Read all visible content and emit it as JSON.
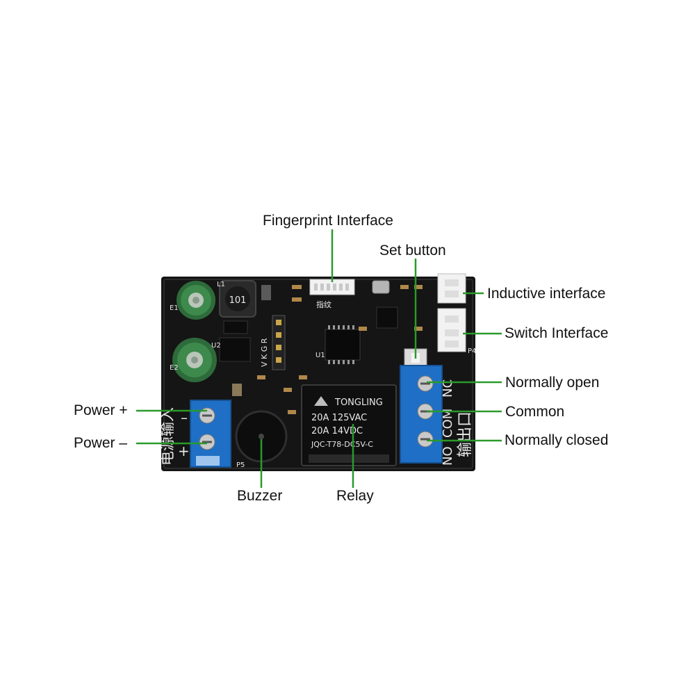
{
  "labels": {
    "fingerprint": "Fingerprint Interface",
    "set_button": "Set button",
    "inductive": "Inductive interface",
    "switch": "Switch Interface",
    "normally_open": "Normally open",
    "common": "Common",
    "normally_closed": "Normally closed",
    "power_plus": "Power +",
    "power_minus": "Power –",
    "buzzer": "Buzzer",
    "relay": "Relay"
  },
  "board_silkscreen": {
    "power_input_cn": "电源输入",
    "output_cn": "输出口",
    "fingerprint_cn": "指纹",
    "nc": "NC",
    "com": "COM",
    "no": "NO",
    "vkgr": "V K G R",
    "inductor": "101",
    "plus": "+",
    "minus": "–",
    "p5": "P5",
    "p4": "P4",
    "l1": "L1",
    "e1": "E1",
    "e2": "E2",
    "u1": "U1",
    "u2": "U2"
  },
  "relay_marking": {
    "brand": "TONGLING",
    "line1": "20A  125VAC",
    "line2": "20A   14VDC",
    "line3": "JQC-T78-DC5V-C"
  },
  "colors": {
    "pcb": "#141414",
    "terminal": "#1f6fc6",
    "leader": "#2a9a2a",
    "capacitor": "#2e6b3a",
    "connector": "#f2f2f2"
  }
}
